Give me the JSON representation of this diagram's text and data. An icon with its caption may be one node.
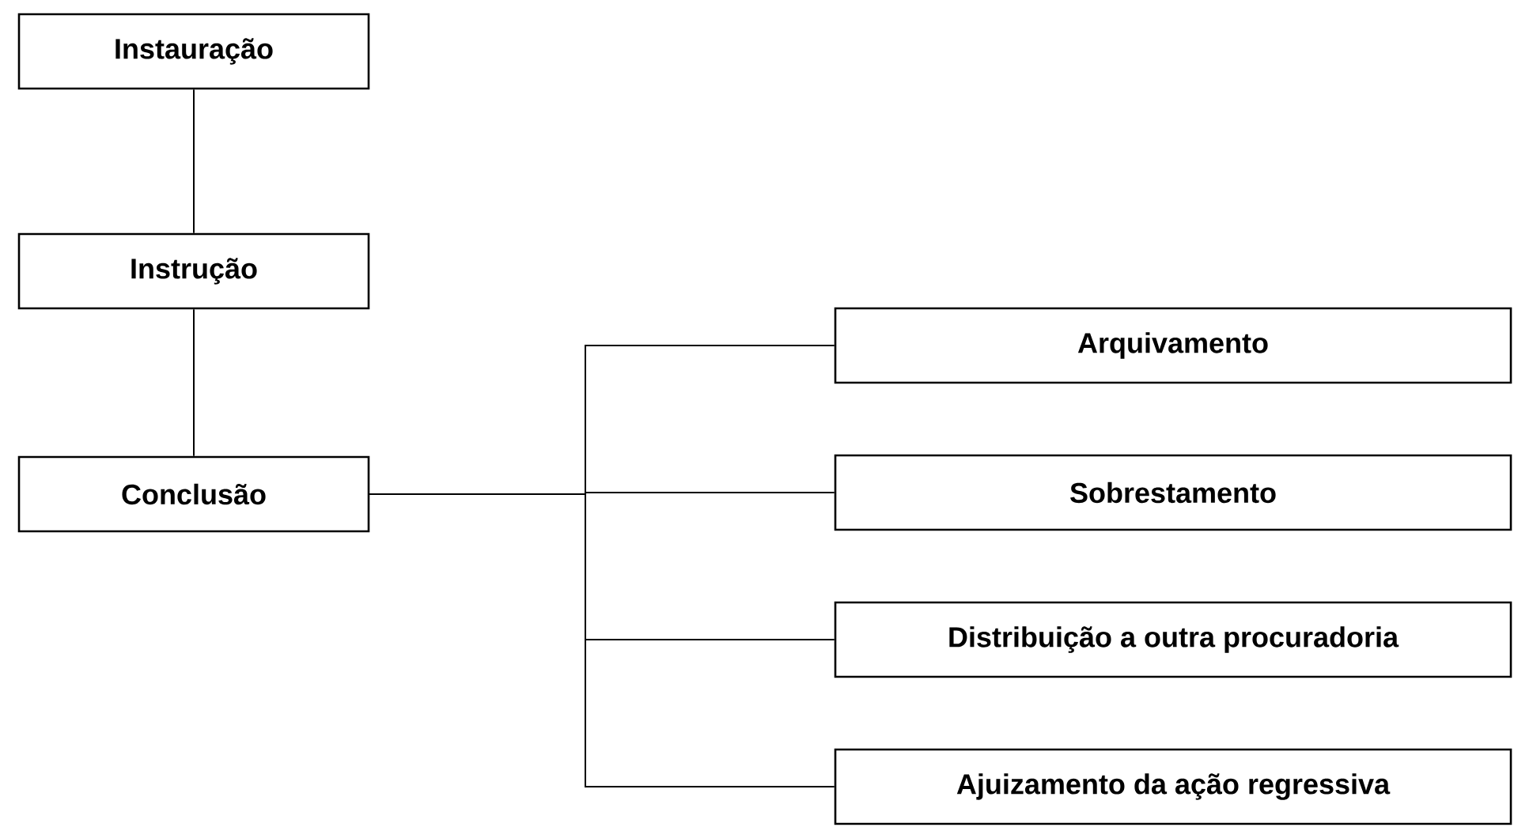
{
  "diagram": {
    "nodes": [
      {
        "text": [
          "Instauração"
        ]
      },
      {
        "text": [
          "Instrução"
        ]
      },
      {
        "text": [
          "Conclusão"
        ]
      },
      {
        "text": [
          "Arquivamento"
        ]
      },
      {
        "text": [
          "Sobrestamento"
        ]
      },
      {
        "text": [
          "Distribuição a outra procuradoria"
        ]
      },
      {
        "text": [
          "Ajuizamento da ação regressiva"
        ]
      }
    ],
    "edges": [
      {
        "from": 0,
        "to": 1,
        "arrow": "none"
      },
      {
        "from": 1,
        "to": 2,
        "arrow": "none"
      },
      {
        "from": 2,
        "to": 3,
        "arrow": "none"
      },
      {
        "from": 2,
        "to": 4,
        "arrow": "none"
      },
      {
        "from": 2,
        "to": 5,
        "arrow": "none"
      },
      {
        "from": 2,
        "to": 6,
        "arrow": "none"
      }
    ]
  }
}
